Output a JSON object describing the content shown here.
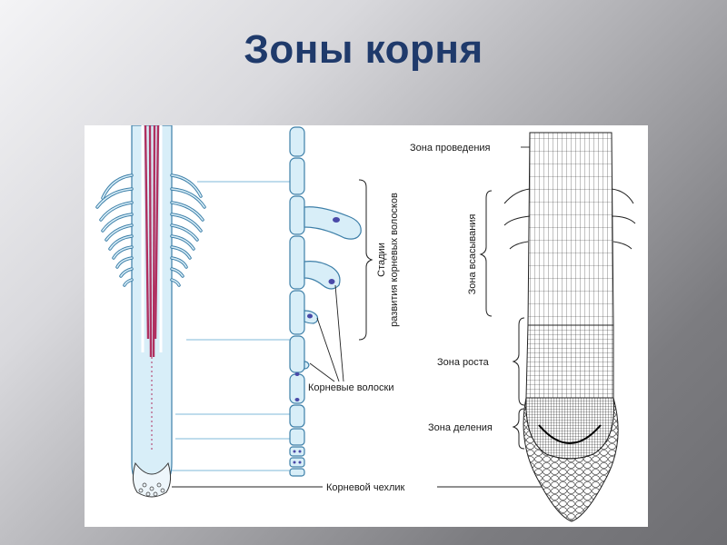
{
  "slide": {
    "title": "Зоны корня"
  },
  "figure": {
    "labels": {
      "conduction_zone": "Зона проведения",
      "absorption_zone": "Зона всасывания",
      "growth_zone": "Зона роста",
      "division_zone": "Зона деления",
      "hair_stages_line1": "Стадии",
      "hair_stages_line2": "развития корневых волосков",
      "root_hairs": "Корневые волоски",
      "root_cap": "Корневой чехлик"
    },
    "colors": {
      "title": "#1f3a6b",
      "hair_fill": "#d8eef8",
      "hair_outline": "#3d7fa8",
      "vascular": "#b03060",
      "guide_line": "#7fb8d8",
      "nucleus": "#4a4aa8"
    }
  }
}
